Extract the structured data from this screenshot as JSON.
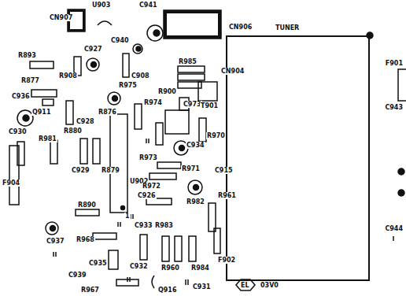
{
  "diagram": {
    "nodes": [
      {
        "text": [
          "TUNER"
        ]
      }
    ],
    "labels": [
      "CN907",
      "U903",
      "C941",
      "C940",
      "CN906",
      "R893",
      "C927",
      "R877",
      "R908",
      "C908",
      "R975",
      "R974",
      "R985",
      "R900",
      "C973",
      "CN904",
      "T901",
      "C936",
      "Q911",
      "C928",
      "R876",
      "C930",
      "R981",
      "R880",
      "R973",
      "R970",
      "U902",
      "C929",
      "R879",
      "C934",
      "R971",
      "F904",
      "R890",
      "R972",
      "C926",
      "C915",
      "R982",
      "R961",
      "C937",
      "R983",
      "C933",
      "R968",
      "C935",
      "C939",
      "C932",
      "R960",
      "R984",
      "F902",
      "R967",
      "Q916",
      "C931",
      "EL",
      "03V0",
      "F901",
      "C943",
      "C944",
      "1"
    ]
  }
}
